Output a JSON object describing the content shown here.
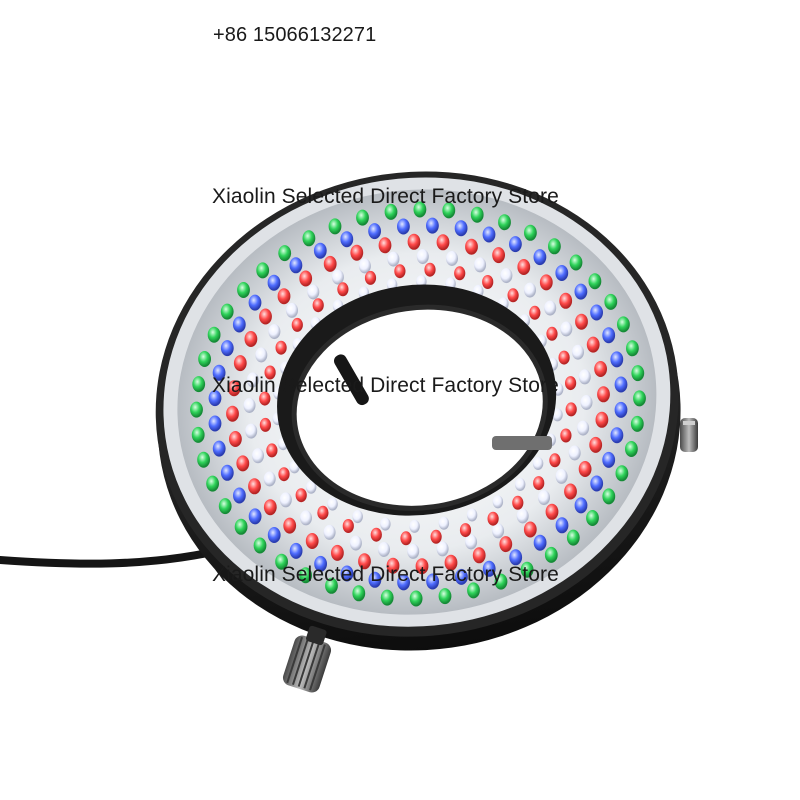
{
  "contact": {
    "phone": "+86 15066132271"
  },
  "watermarks": [
    "Xiaolin Selected Direct Factory Store",
    "Xiaolin Selected Direct Factory Store",
    "Xiaolin Selected Direct Factory Store"
  ],
  "product": {
    "led_colors": {
      "green": "#2fd35a",
      "blue": "#4f6dff",
      "red": "#ff4a4a",
      "white": "#f4f6ff"
    },
    "body_color": "#1b1b1b",
    "led_rings": [
      {
        "color": "green",
        "count": 48
      },
      {
        "color": "blue",
        "count": 44
      },
      {
        "color": "red",
        "count": 40
      },
      {
        "color": "white",
        "count": 36
      },
      {
        "color": "red",
        "count": 32
      },
      {
        "color": "white",
        "count": 30
      }
    ],
    "icons": [
      "power-cable-icon",
      "thumb-screw-icon"
    ]
  }
}
